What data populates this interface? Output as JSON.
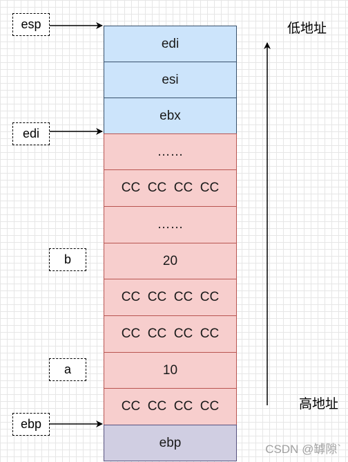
{
  "stack_cells": [
    {
      "label": "edi",
      "color": "#cce4fb"
    },
    {
      "label": "esi",
      "color": "#cce4fb"
    },
    {
      "label": "ebx",
      "color": "#cce4fb"
    },
    {
      "label": "……",
      "color": "#f7cecd"
    },
    {
      "label": "CC  CC  CC  CC",
      "color": "#f7cecd"
    },
    {
      "label": "……",
      "color": "#f7cecd"
    },
    {
      "label": "20",
      "color": "#f7cecd"
    },
    {
      "label": "CC  CC  CC  CC",
      "color": "#f7cecd"
    },
    {
      "label": "CC  CC  CC  CC",
      "color": "#f7cecd"
    },
    {
      "label": "10",
      "color": "#f7cecd"
    },
    {
      "label": "CC  CC  CC  CC",
      "color": "#f7cecd"
    },
    {
      "label": "ebp",
      "color": "#d0cee2"
    }
  ],
  "pointer_labels": {
    "esp": "esp",
    "edi": "edi",
    "b": "b",
    "a": "a",
    "ebp": "ebp"
  },
  "address_labels": {
    "low": "低地址",
    "high": "高地址"
  },
  "watermark": "CSDN @罅隙`"
}
